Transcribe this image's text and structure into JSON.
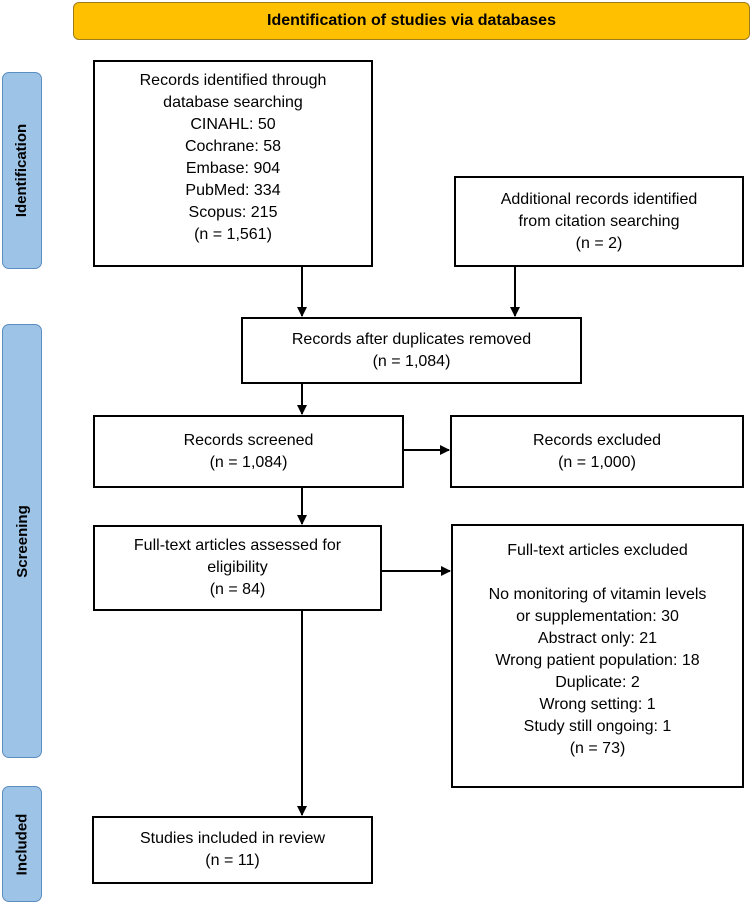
{
  "header": {
    "title": "Identification of studies via databases"
  },
  "phases": {
    "identification": "Identification",
    "screening": "Screening",
    "included": "Included"
  },
  "boxes": {
    "db_search": {
      "lines": [
        "Records identified through",
        "database searching",
        "CINAHL: 50",
        "Cochrane: 58",
        "Embase: 904",
        "PubMed: 334",
        "Scopus: 215",
        "(n = 1,561)"
      ]
    },
    "citation_search": {
      "lines": [
        "Additional records identified",
        "from citation searching",
        "(n = 2)"
      ]
    },
    "after_duplicates": {
      "lines": [
        "Records after duplicates removed",
        "(n = 1,084)"
      ]
    },
    "screened": {
      "lines": [
        "Records screened",
        "(n = 1,084)"
      ]
    },
    "excluded": {
      "lines": [
        "Records excluded",
        "(n = 1,000)"
      ]
    },
    "fulltext_assessed": {
      "lines": [
        "Full-text articles assessed for",
        "eligibility",
        "(n = 84)"
      ]
    },
    "fulltext_excluded": {
      "title": "Full-text articles excluded",
      "lines": [
        "No monitoring of vitamin levels",
        "or supplementation: 30",
        "Abstract only: 21",
        "Wrong patient population: 18",
        "Duplicate: 2",
        "Wrong setting: 1",
        "Study still ongoing: 1",
        "(n = 73)"
      ]
    },
    "included": {
      "lines": [
        "Studies included in review",
        "(n = 11)"
      ]
    }
  }
}
